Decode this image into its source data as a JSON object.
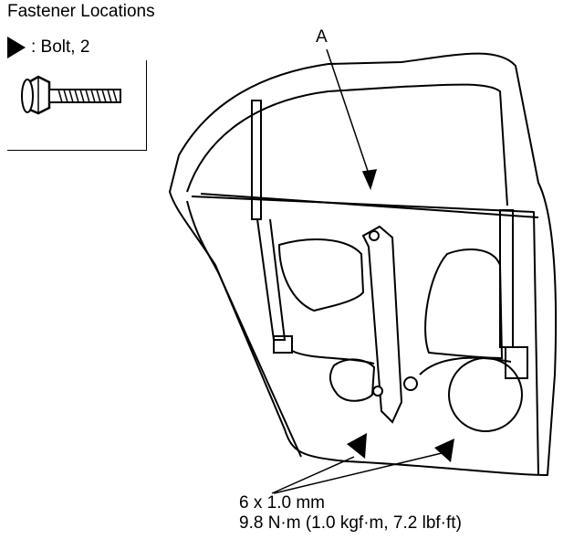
{
  "header": {
    "title": "Fastener Locations"
  },
  "legend": {
    "symbol": "solid-triangle-arrow-icon",
    "label": ": Bolt, 2"
  },
  "callout": {
    "label": "A"
  },
  "spec": {
    "line1": "6 x 1.0 mm",
    "line2": "9.8 N·m (1.0 kgf·m, 7.2 lbf·ft)"
  }
}
